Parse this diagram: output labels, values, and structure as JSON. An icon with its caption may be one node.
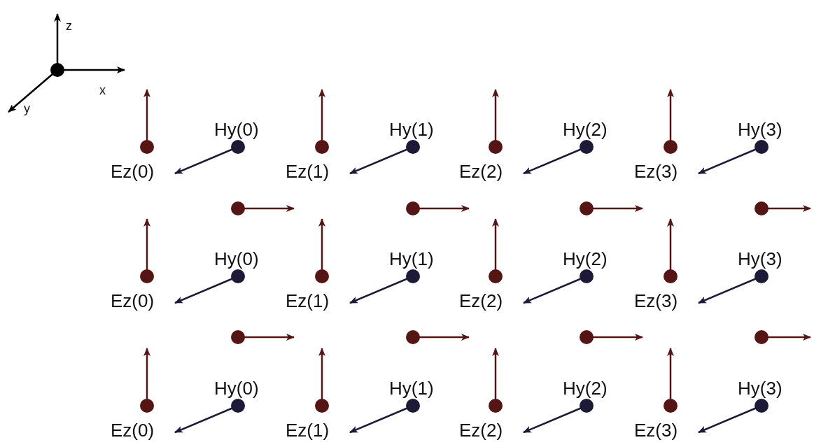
{
  "diagram": {
    "labels": [
      "z",
      "x",
      "y",
      "Hy(0)",
      "Hy(1)",
      "Hy(2)",
      "Hy(3)",
      "Ez(0)",
      "Ez(1)",
      "Ez(2)",
      "Ez(3)",
      "Hy(0)",
      "Hy(1)",
      "Hy(2)",
      "Hy(3)",
      "Ez(0)",
      "Ez(1)",
      "Ez(2)",
      "Ez(3)",
      "Hy(0)",
      "Hy(1)",
      "Hy(2)",
      "Hy(3)",
      "Ez(0)",
      "Ez(1)",
      "Ez(2)",
      "Ez(3)"
    ]
  }
}
